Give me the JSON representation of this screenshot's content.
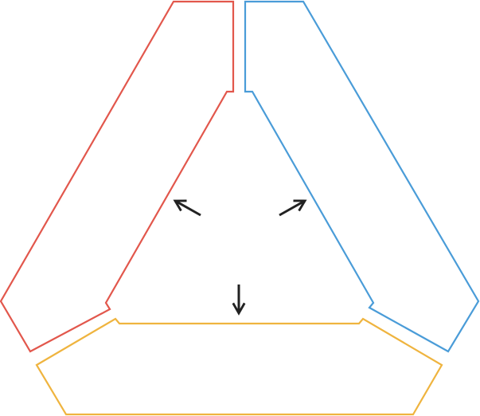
{
  "diagram": {
    "shapes": [
      {
        "name": "red-arm",
        "color": "#e2574c"
      },
      {
        "name": "blue-arm",
        "color": "#4a9cd8"
      },
      {
        "name": "yellow-arm",
        "color": "#efb43f"
      }
    ],
    "arrows": [
      {
        "name": "arrow-up-left-icon",
        "direction": "up-left",
        "color": "#222222"
      },
      {
        "name": "arrow-up-right-icon",
        "direction": "up-right",
        "color": "#222222"
      },
      {
        "name": "arrow-down-icon",
        "direction": "down",
        "color": "#222222"
      }
    ]
  }
}
